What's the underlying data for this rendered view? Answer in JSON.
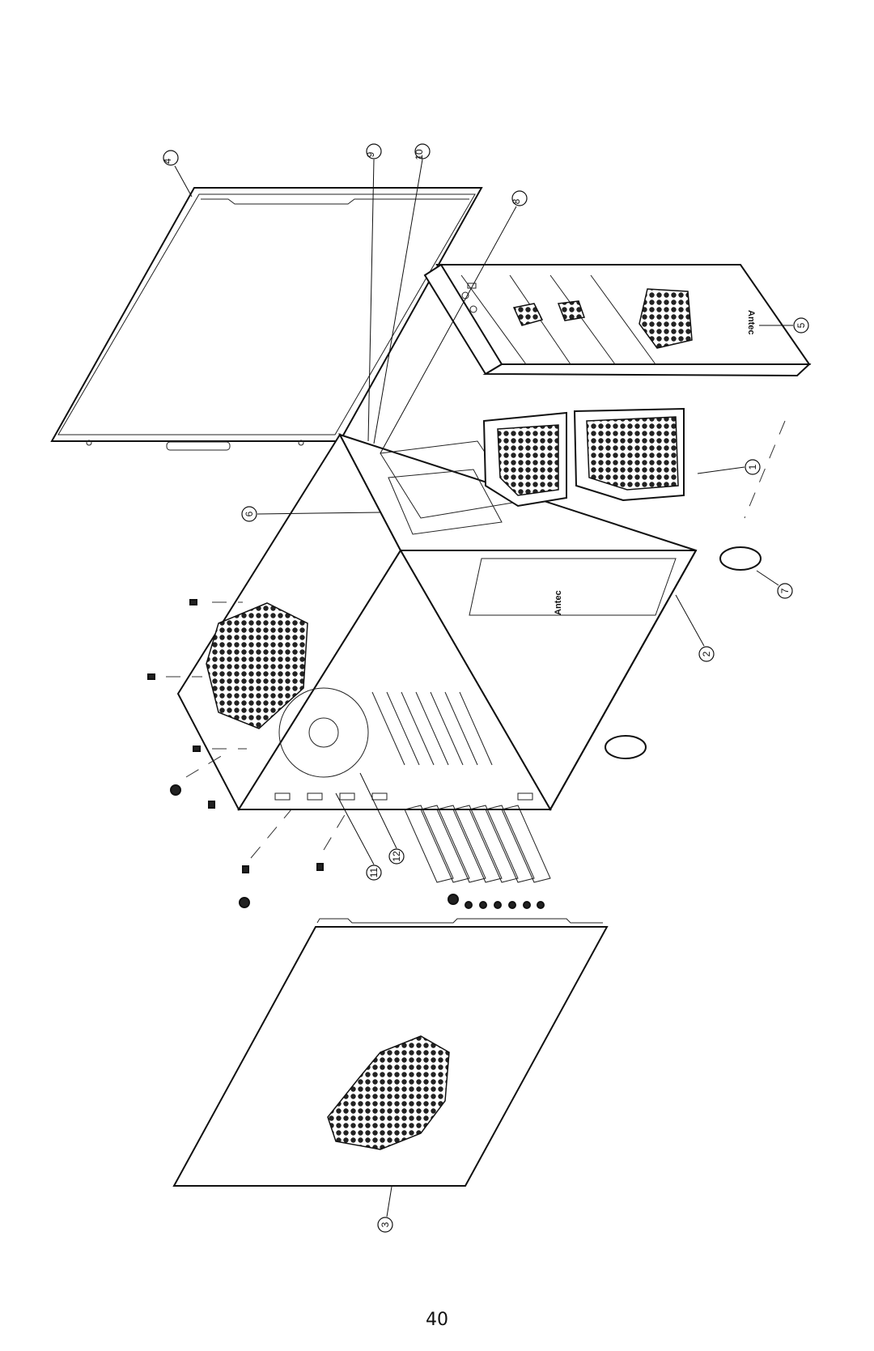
{
  "page_number": "40",
  "brand_text": "Antec",
  "callouts": [
    {
      "id": "c1",
      "label": "1"
    },
    {
      "id": "c2",
      "label": "2"
    },
    {
      "id": "c3",
      "label": "3"
    },
    {
      "id": "c4",
      "label": "4"
    },
    {
      "id": "c5",
      "label": "5"
    },
    {
      "id": "c6",
      "label": "6"
    },
    {
      "id": "c7",
      "label": "7"
    },
    {
      "id": "c8",
      "label": "8"
    },
    {
      "id": "c9",
      "label": "9"
    },
    {
      "id": "c10",
      "label": "10"
    },
    {
      "id": "c11",
      "label": "11"
    },
    {
      "id": "c12",
      "label": "12"
    }
  ]
}
